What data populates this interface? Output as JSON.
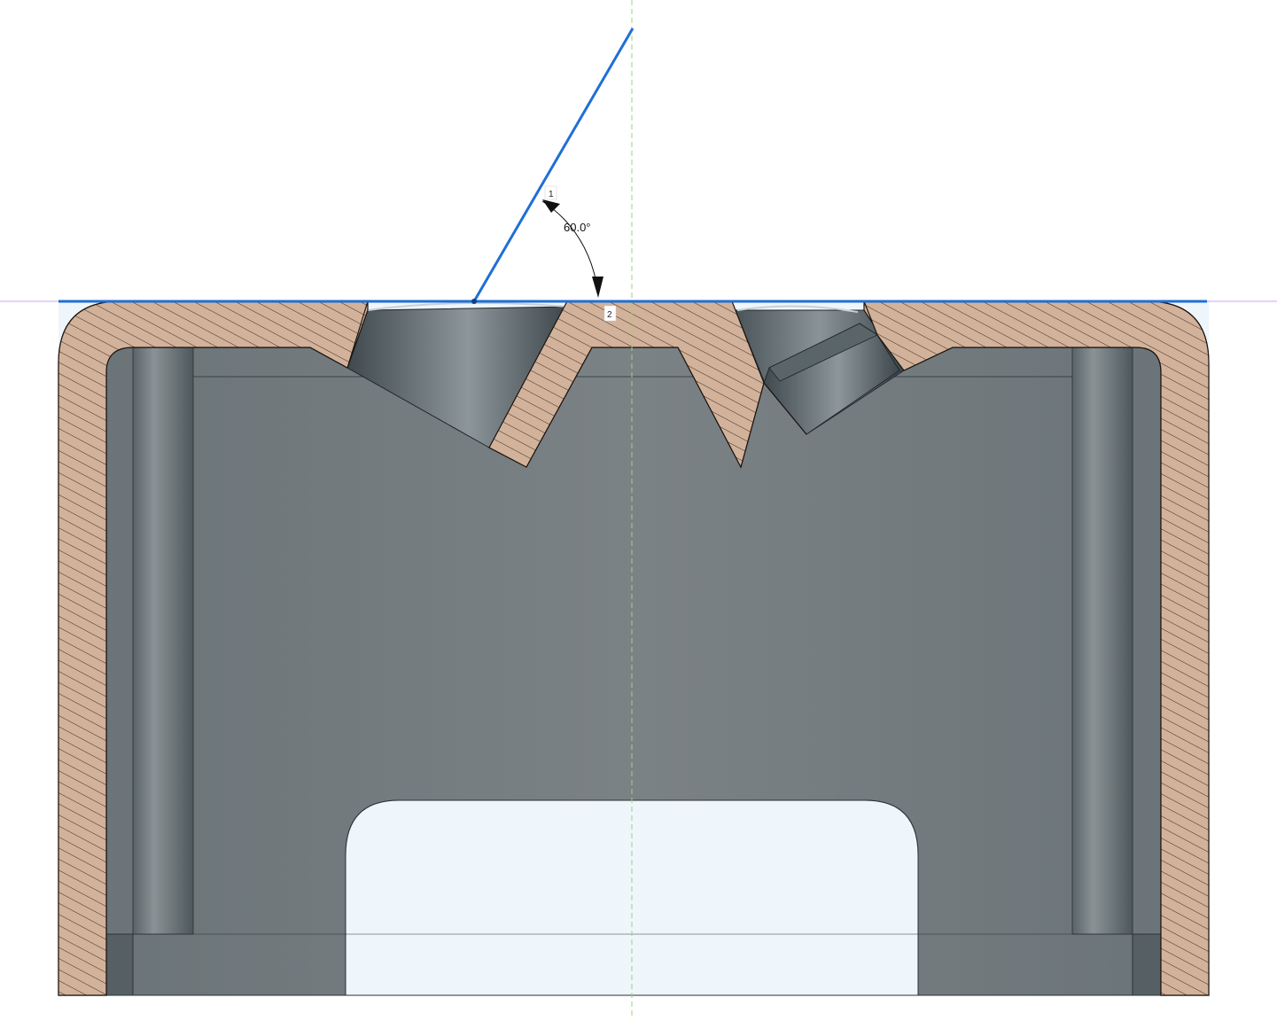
{
  "view": {
    "name": "cad-section-view",
    "background_color": "#ffffff",
    "hatch_color": "#d2b29a",
    "hatch_line_color": "#3a2a20",
    "body_color": "#7a8184",
    "body_dark_color": "#5a6367",
    "opening_color": "#eef6fc",
    "sketch_line_color": "#1f6fd6",
    "axis_color": "#9fd07c",
    "construction_line_color": "#c9a6f0"
  },
  "angle_dimension": {
    "value_label": "60.0°",
    "marker_1": "1",
    "marker_2": "2"
  }
}
